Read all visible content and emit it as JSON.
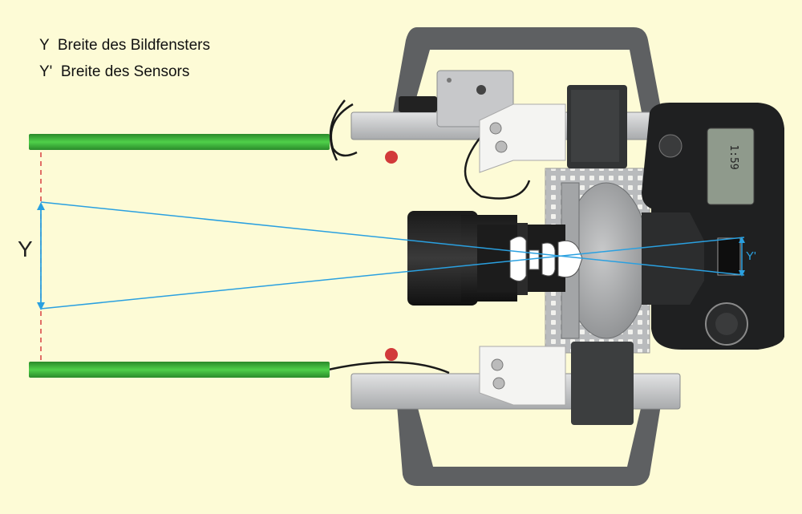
{
  "legend": {
    "y_line": "Y  Breite des Bildfensters",
    "yprime_line": "Y'  Breite des Sensors"
  },
  "labels": {
    "y": "Y",
    "y_prime": "Y'"
  },
  "camera_lcd": "1:59",
  "colors": {
    "background": "#fdfbd6",
    "ray": "#2aa0e0",
    "guide_rod": "#3fb83a",
    "dashed_edge": "#d84040",
    "frame": "#5e6062",
    "rail": "#c9cbcc",
    "camera_body": "#1f2021"
  }
}
